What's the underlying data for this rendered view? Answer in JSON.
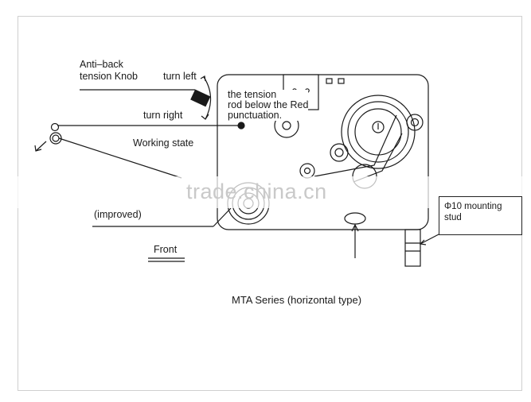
{
  "labels": {
    "anti_back_knob": "Anti–back\ntension Knob",
    "turn_left": "turn left",
    "turn_right": "turn right",
    "tension_rod_note": "the tension\nrod below the Red\npunctuation.",
    "working_state": "Working state",
    "improved": "(improved)",
    "front": "Front",
    "mounting_stud": "Φ10 mounting\nstud",
    "caption": "MTA Series (horizontal type)"
  },
  "watermark": "trade.china.cn",
  "colors": {
    "line": "#1a1a1a",
    "frame": "#cfcfcf",
    "watermark": "#c9c9c9"
  }
}
